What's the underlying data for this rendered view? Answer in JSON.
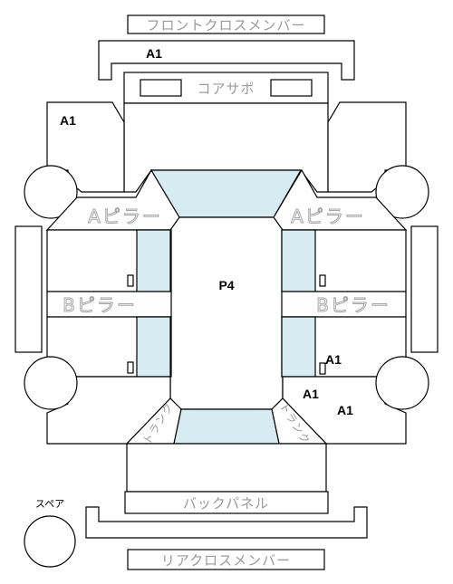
{
  "labels": {
    "front_cross_member": "フロントクロスメンバー",
    "core_support": "コアサポ",
    "a_pillar_left": "Aピラー",
    "a_pillar_right": "Aピラー",
    "b_pillar_left": "Bピラー",
    "b_pillar_right": "Bピラー",
    "trunk_left": "トランク",
    "trunk_right": "トランク",
    "back_panel": "バックパネル",
    "spare": "スペア",
    "rear_cross_member": "リアクロスメンバー"
  },
  "grades": {
    "front_cross_member": "A1",
    "front_left_fender": "A1",
    "roof": "P4",
    "right_rear_door": "A1",
    "right_rear_quarter_inner": "A1",
    "right_rear_quarter_outer": "A1"
  }
}
